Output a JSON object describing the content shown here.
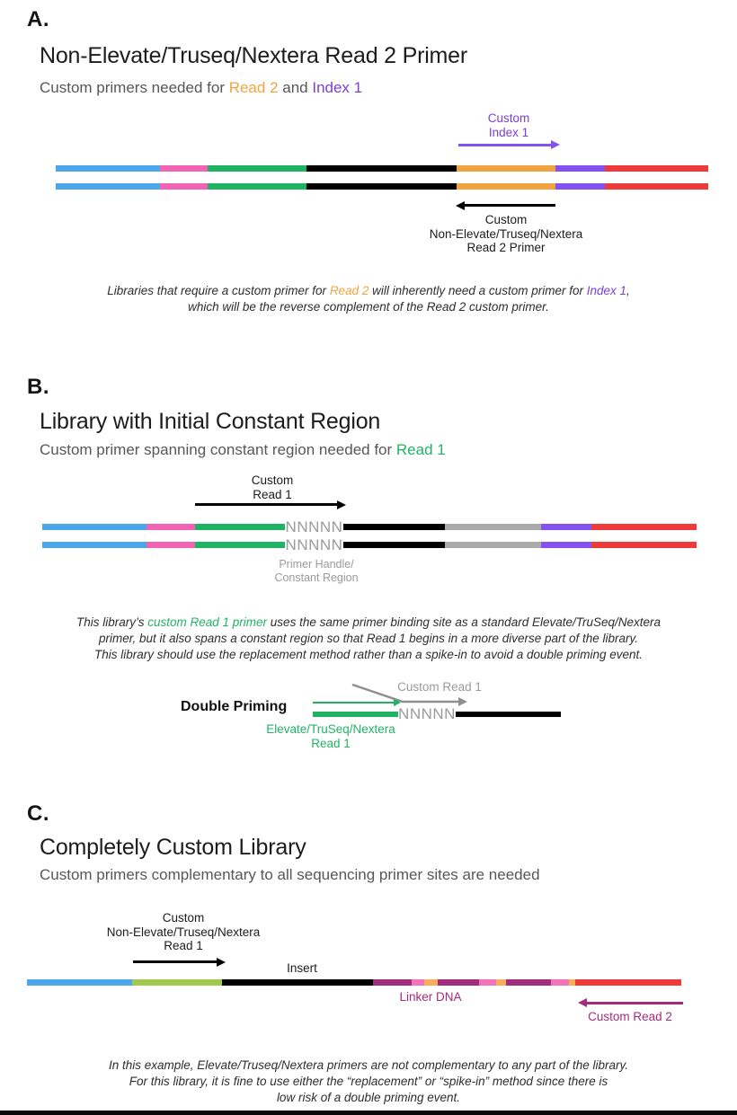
{
  "palette": {
    "blue": "#4BA7E9",
    "pink": "#F263B4",
    "green": "#21B364",
    "black": "#000000",
    "orange": "#F0A441",
    "purple_bar": "#8352F0",
    "red": "#EF3A3A",
    "gray_bar": "#ABABAB",
    "gray_text": "#9A9A9A",
    "yellow_green": "#A2C94F",
    "magenta": "#A22C7D",
    "linker_pink": "#F273B8",
    "linker_orange": "#F9AE5C",
    "purple_text": "#7B3FD6",
    "green_text": "#21B364",
    "orange_text": "#F0A441"
  },
  "panel_a": {
    "letter": "A.",
    "title": "Non-Elevate/Truseq/Nextera Read 2 Primer",
    "subtitle": [
      [
        {
          "text": "Custom primers needed for ",
          "color": ""
        },
        {
          "text": "Read 2",
          "color": "#F0A441"
        },
        {
          "text": " and ",
          "color": ""
        },
        {
          "text": "Index 1",
          "color": "#7B3FD6"
        }
      ]
    ],
    "index1_arrow_label": [
      "Custom",
      "Index 1"
    ],
    "read2_arrow_label": [
      "Custom",
      "Non-Elevate/Truseq/Nextera",
      "Read 2 Primer"
    ],
    "bar_segments": [
      {
        "color": "#4BA7E9",
        "w": 116
      },
      {
        "color": "#F263B4",
        "w": 53
      },
      {
        "color": "#21B364",
        "w": 110
      },
      {
        "color": "#000000",
        "w": 167
      },
      {
        "color": "#F0A441",
        "w": 110
      },
      {
        "color": "#8352F0",
        "w": 55
      },
      {
        "color": "#EF3A3A",
        "w": 115
      }
    ],
    "caption": [
      [
        {
          "text": "Libraries that require a custom primer for ",
          "color": ""
        },
        {
          "text": "Read 2",
          "color": "#F0A441"
        },
        {
          "text": " will inherently need a custom primer for ",
          "color": ""
        },
        {
          "text": "Index 1",
          "color": "#7B3FD6"
        },
        {
          "text": ",",
          "color": ""
        }
      ],
      [
        {
          "text": "which will be the reverse complement of the Read 2 custom primer.",
          "color": ""
        }
      ]
    ]
  },
  "panel_b": {
    "letter": "B.",
    "title": "Library with Initial Constant Region",
    "subtitle": [
      [
        {
          "text": "Custom primer spanning constant region needed for ",
          "color": ""
        },
        {
          "text": "Read 1",
          "color": "#21B364"
        }
      ]
    ],
    "read1_arrow_label": [
      "Custom",
      "Read 1"
    ],
    "bar_segments": [
      {
        "color": "#4BA7E9",
        "w": 116
      },
      {
        "color": "#F263B4",
        "w": 54
      },
      {
        "color": "#21B364",
        "w": 100
      },
      {
        "text": "NNNNN",
        "w": 65
      },
      {
        "color": "#000000",
        "w": 113
      },
      {
        "color": "#ABABAB",
        "w": 107
      },
      {
        "color": "#8352F0",
        "w": 56
      },
      {
        "color": "#EF3A3A",
        "w": 117
      }
    ],
    "constant_region_label": [
      "Primer Handle/",
      "Constant Region"
    ],
    "caption": [
      [
        {
          "text": "This library’s ",
          "color": ""
        },
        {
          "text": "custom Read 1 primer",
          "color": "#21B364"
        },
        {
          "text": " uses the same primer binding site as a standard Elevate/TruSeq/Nextera",
          "color": ""
        }
      ],
      [
        {
          "text": "primer, but it also spans a constant region so that Read 1 begins in a more diverse part of the library.",
          "color": ""
        }
      ],
      [
        {
          "text": "This library should use the replacement method rather than a spike-in to avoid a double priming event.",
          "color": ""
        }
      ]
    ],
    "double_priming": {
      "label": "Double Priming",
      "custom_read1_label": "Custom Read 1",
      "elevate_label": [
        "Elevate/TruSeq/Nextera",
        "Read 1"
      ],
      "bar_segments": [
        {
          "color": "#21B364",
          "w": 95
        },
        {
          "text": "NNNNN",
          "w": 64
        },
        {
          "color": "#000000",
          "w": 117
        }
      ]
    }
  },
  "panel_c": {
    "letter": "C.",
    "title": "Completely Custom Library",
    "subtitle": "Custom primers complementary to all sequencing primer sites are needed",
    "read1_arrow_label": [
      "Custom",
      "Non-Elevate/Truseq/Nextera",
      "Read 1"
    ],
    "insert_label": "Insert",
    "linker_label": "Linker DNA",
    "read2_arrow_label": "Custom Read 2",
    "bar_segments": [
      {
        "color": "#4BA7E9",
        "w": 117
      },
      {
        "color": "#A2C94F",
        "w": 100
      },
      {
        "color": "#000000",
        "w": 168
      },
      {
        "color": "#A22C7D",
        "w": 43
      },
      {
        "color": "#F273B8",
        "w": 14
      },
      {
        "color": "#F9AE5C",
        "w": 15
      },
      {
        "color": "#A22C7D",
        "w": 46
      },
      {
        "color": "#F273B8",
        "w": 19
      },
      {
        "color": "#F9AE5C",
        "w": 11
      },
      {
        "color": "#A22C7D",
        "w": 50
      },
      {
        "color": "#F273B8",
        "w": 20
      },
      {
        "color": "#F9AE5C",
        "w": 7
      },
      {
        "color": "#EF3A3A",
        "w": 118
      }
    ],
    "caption": [
      [
        {
          "text": "In this example, Elevate/Truseq/Nextera primers are not complementary to any part of the library.",
          "color": ""
        }
      ],
      [
        {
          "text": "For this library, it is fine to use either the “replacement” or “spike-in” method since there is",
          "color": ""
        }
      ],
      [
        {
          "text": "low risk of a double priming event.",
          "color": ""
        }
      ]
    ]
  }
}
